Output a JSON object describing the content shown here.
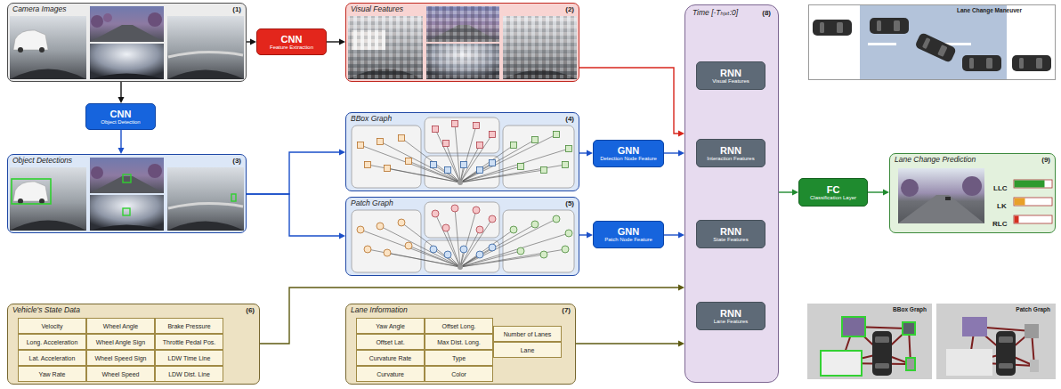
{
  "diagram": {
    "nodes": [
      {
        "text": [
          "Camera Images",
          "(1)"
        ]
      },
      {
        "text": [
          "CNN",
          "Feature Extraction"
        ]
      },
      {
        "text": [
          "Visual Features",
          "(2)"
        ]
      },
      {
        "text": [
          "Time [-Tₕᵢₛₜ:0]",
          "(8)"
        ]
      },
      {
        "text": [
          "RNN",
          "Visual Features"
        ],
        "in": 3
      },
      {
        "text": [
          "RNN",
          "Interaction Features"
        ],
        "in": 3
      },
      {
        "text": [
          "RNN",
          "State Features"
        ],
        "in": 3
      },
      {
        "text": [
          "RNN",
          "Lane Features"
        ],
        "in": 3
      },
      {
        "text": [
          "Lane Change Maneuver"
        ]
      },
      {
        "text": [
          "CNN",
          "Object Detection"
        ]
      },
      {
        "text": [
          "Object Detections",
          "(3)"
        ]
      },
      {
        "text": [
          "BBox Graph",
          "(4)"
        ]
      },
      {
        "text": [
          "GNN",
          "Detection Node Feature"
        ]
      },
      {
        "text": [
          "Patch Graph",
          "(5)"
        ]
      },
      {
        "text": [
          "GNN",
          "Patch Node Feature"
        ]
      },
      {
        "text": [
          "FC",
          "Classification Layer"
        ]
      },
      {
        "text": [
          "Lane Change Prediction",
          "(9)"
        ]
      },
      {
        "text": [
          "Vehicle's State Data",
          "(6)"
        ]
      },
      {
        "text": [
          "Lane Information",
          "(7)"
        ]
      },
      {
        "text": [
          "BBox Graph"
        ]
      },
      {
        "text": [
          "Patch Graph"
        ]
      }
    ],
    "edges": [
      {
        "from": 0,
        "to": 1,
        "arrow": "to"
      },
      {
        "from": 1,
        "to": 2,
        "arrow": "to"
      },
      {
        "from": 2,
        "to": 3,
        "arrow": "to"
      },
      {
        "from": 0,
        "to": 9,
        "arrow": "to"
      },
      {
        "from": 9,
        "to": 10,
        "arrow": "to"
      },
      {
        "from": 10,
        "to": 11,
        "arrow": "to"
      },
      {
        "from": 10,
        "to": 13,
        "arrow": "to"
      },
      {
        "from": 11,
        "to": 12,
        "arrow": "to"
      },
      {
        "from": 12,
        "to": 3,
        "arrow": "to"
      },
      {
        "from": 13,
        "to": 14,
        "arrow": "to"
      },
      {
        "from": 14,
        "to": 3,
        "arrow": "to"
      },
      {
        "from": 17,
        "to": 3,
        "arrow": "to"
      },
      {
        "from": 18,
        "to": 3,
        "arrow": "to"
      },
      {
        "from": 3,
        "to": 15,
        "arrow": "to"
      },
      {
        "from": 15,
        "to": 16,
        "arrow": "to"
      }
    ],
    "labels": [
      "Velocity",
      "Wheel Angle",
      "Brake Pressure",
      "Long. Acceleration",
      "Wheel Angle Sign",
      "Throttle Pedal Pos.",
      "Lat. Acceleration",
      "Wheel Speed Sign",
      "LDW Time Line",
      "Yaw Rate",
      "Wheel Speed",
      "LDW Dist. Line",
      "Yaw Angle",
      "Offset Long.",
      "Offset Lat.",
      "Max Dist. Long.",
      "Number of Lanes",
      "Curvature Rate",
      "Type",
      "Lane",
      "Curvature",
      "Color",
      "LLC",
      "LK",
      "RLC"
    ]
  }
}
